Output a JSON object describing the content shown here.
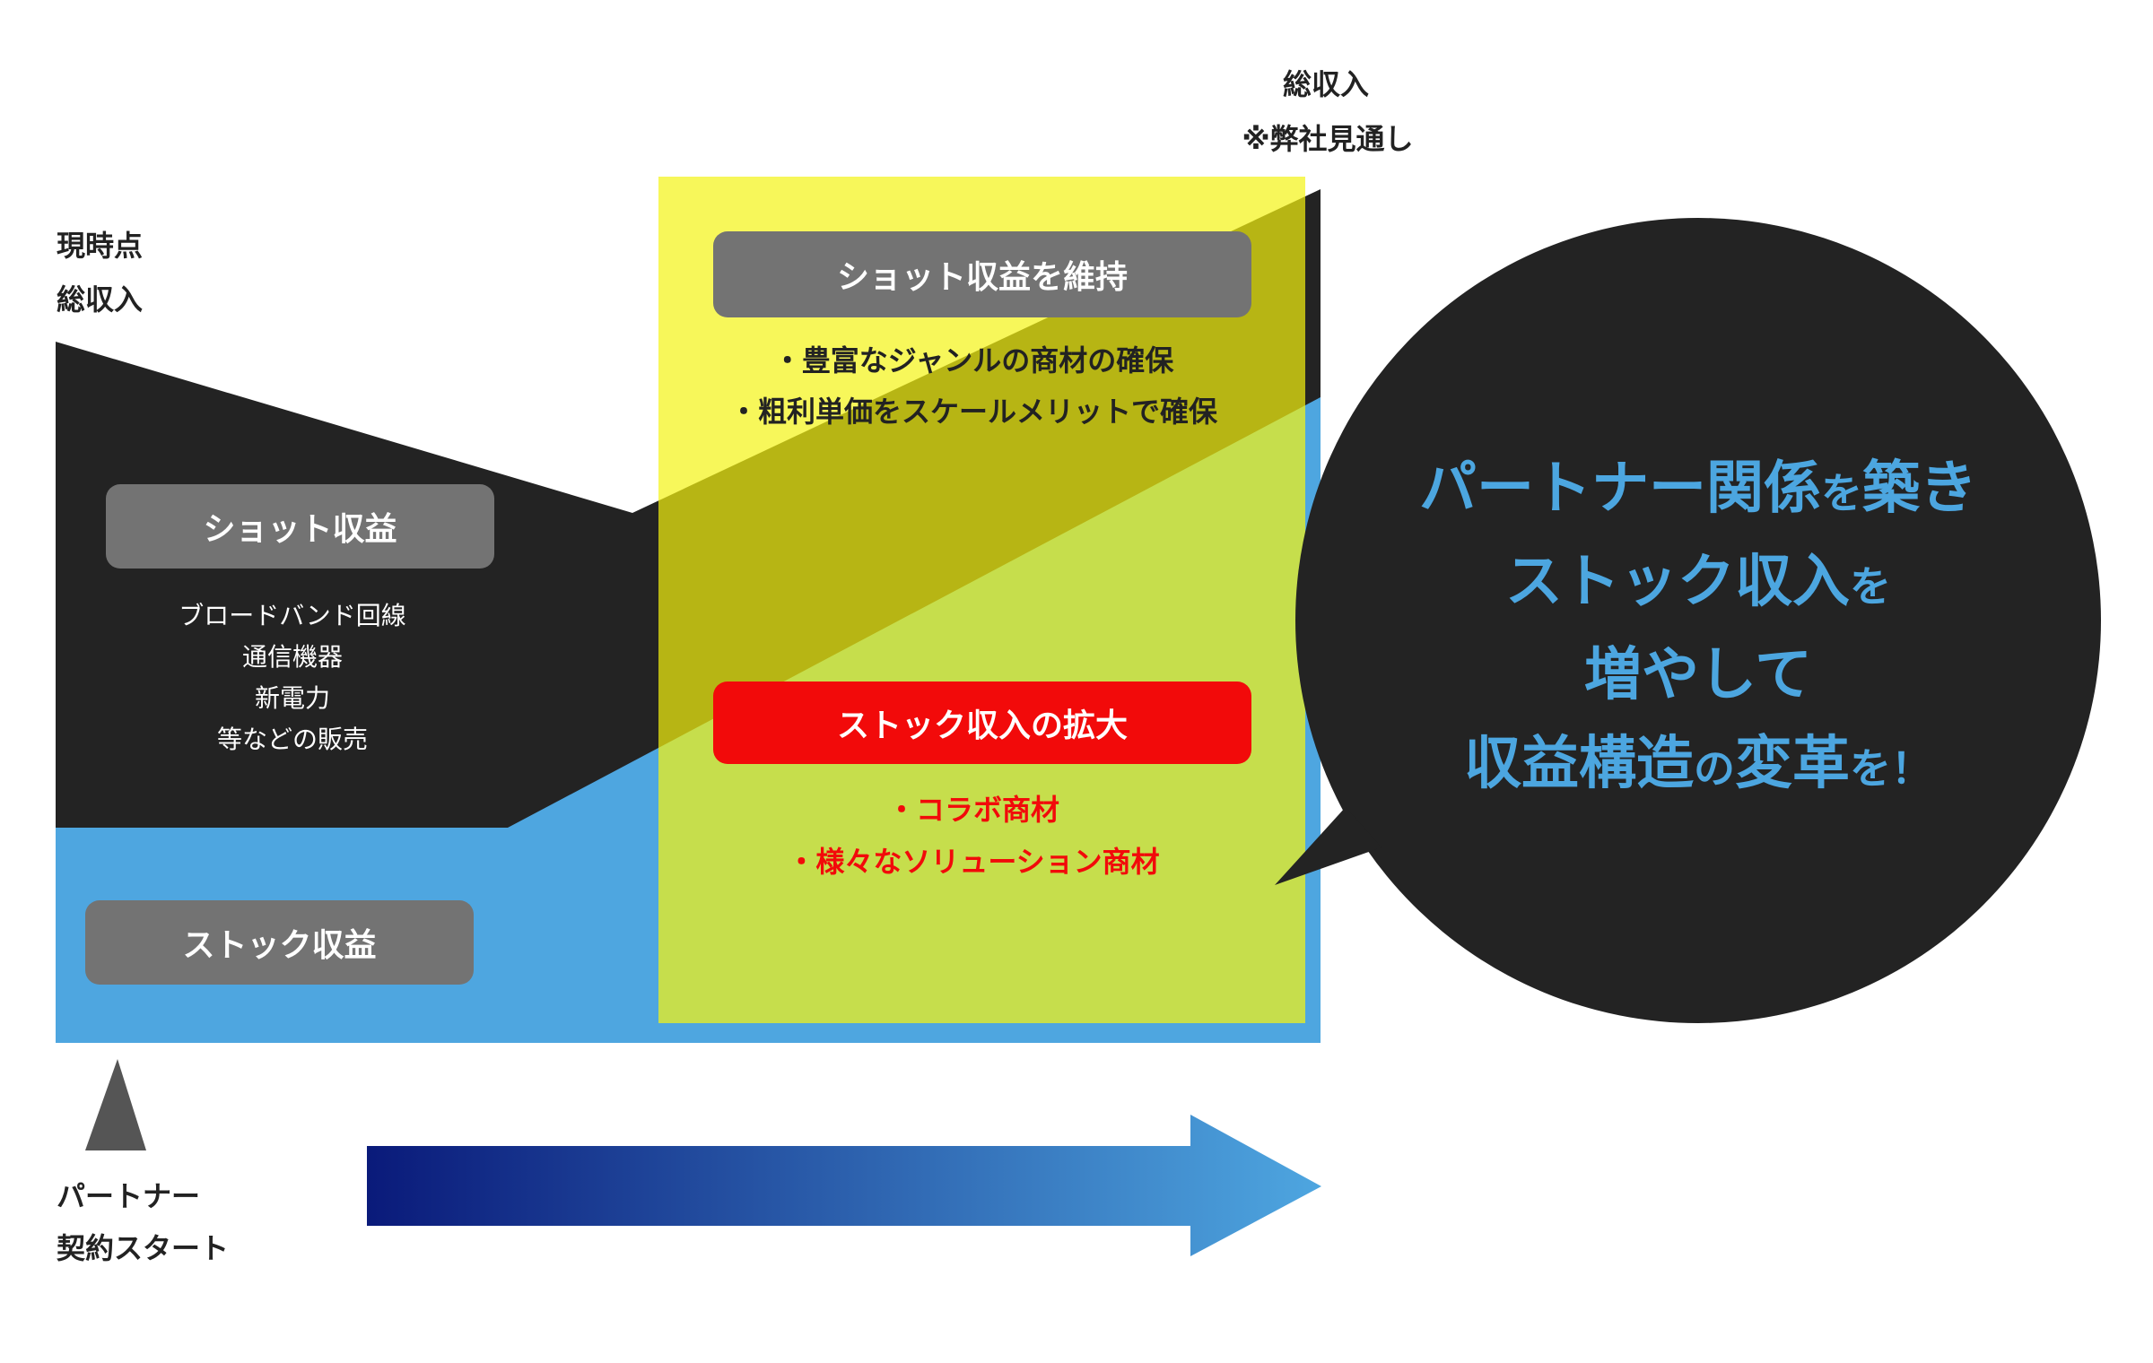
{
  "labels": {
    "current_line1": "現時点",
    "current_line2": "総収入",
    "future_line1": "総収入",
    "future_line2": "※弊社見通し",
    "start_line1": "パートナー",
    "start_line2": "契約スタート"
  },
  "left": {
    "shot_title": "ショット収益",
    "shot_items": [
      "ブロードバンド回線",
      "通信機器",
      "新電力",
      "等などの販売"
    ],
    "stock_title": "ストック収益"
  },
  "right": {
    "shot_title": "ショット収益を維持",
    "shot_items": [
      "・豊富なジャンルの商材の確保",
      "・粗利単価をスケールメリットで確保"
    ],
    "stock_title": "ストック収入の拡大",
    "stock_items": [
      "・コラボ商材",
      "・様々なソリューション商材"
    ]
  },
  "bubble": {
    "line1a": "パートナー関係",
    "line1b": "を",
    "line1c": "築き",
    "line2a": "ストック収入",
    "line2b": "を",
    "line3": "増やして",
    "line4a": "収益構造",
    "line4b": "の",
    "line4c": "変革",
    "line4d": "を！"
  },
  "colors": {
    "shot": "#232323",
    "stock": "#4ea6e0",
    "highlight": "#f7f75a",
    "accent_red": "#f20a0a",
    "pill_gray": "#737373"
  }
}
